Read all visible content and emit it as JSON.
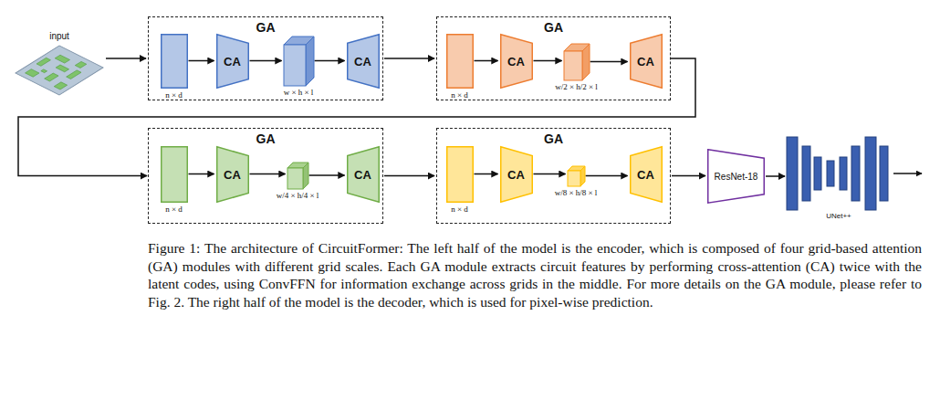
{
  "diagram": {
    "caption": "Figure 1: The architecture of CircuitFormer: The left half of the model is the encoder, which is composed of four grid-based attention (GA) modules with different grid scales. Each GA module extracts circuit features by performing cross-attention (CA) twice with the latent codes, using ConvFFN for information exchange across grids in the middle. For more details on the GA module, please refer to Fig. 2. The right half of the model is the decoder, which is used for pixel-wise prediction.",
    "nodes": [
      {
        "text": [
          "input"
        ]
      },
      {
        "text": [
          "GA"
        ]
      },
      {
        "text": [
          "n × d"
        ],
        "in": 1
      },
      {
        "text": [
          "CA"
        ],
        "in": 1
      },
      {
        "text": [
          "w × h × l"
        ],
        "in": 1
      },
      {
        "text": [
          "CA"
        ],
        "in": 1
      },
      {
        "text": [
          "GA"
        ]
      },
      {
        "text": [
          "n × d"
        ],
        "in": 6
      },
      {
        "text": [
          "CA"
        ],
        "in": 6
      },
      {
        "text": [
          "w/2 × h/2 × l"
        ],
        "in": 6
      },
      {
        "text": [
          "CA"
        ],
        "in": 6
      },
      {
        "text": [
          "GA"
        ]
      },
      {
        "text": [
          "n × d"
        ],
        "in": 11
      },
      {
        "text": [
          "CA"
        ],
        "in": 11
      },
      {
        "text": [
          "w/4 × h/4 × l"
        ],
        "in": 11
      },
      {
        "text": [
          "CA"
        ],
        "in": 11
      },
      {
        "text": [
          "GA"
        ]
      },
      {
        "text": [
          "n × d"
        ],
        "in": 16
      },
      {
        "text": [
          "CA"
        ],
        "in": 16
      },
      {
        "text": [
          "w/8 × h/8 × l"
        ],
        "in": 16
      },
      {
        "text": [
          "CA"
        ],
        "in": 16
      },
      {
        "text": [
          "ResNet-18"
        ]
      },
      {
        "text": [
          "UNet++"
        ]
      }
    ],
    "edges": [
      {
        "from": 0,
        "to": 1,
        "arrow": "to"
      },
      {
        "from": 2,
        "to": 3,
        "arrow": "to"
      },
      {
        "from": 3,
        "to": 4,
        "arrow": "to"
      },
      {
        "from": 4,
        "to": 5,
        "arrow": "to"
      },
      {
        "from": 1,
        "to": 6,
        "arrow": "to"
      },
      {
        "from": 7,
        "to": 8,
        "arrow": "to"
      },
      {
        "from": 8,
        "to": 9,
        "arrow": "to"
      },
      {
        "from": 9,
        "to": 10,
        "arrow": "to"
      },
      {
        "from": 6,
        "to": 11,
        "arrow": "to"
      },
      {
        "from": 12,
        "to": 13,
        "arrow": "to"
      },
      {
        "from": 13,
        "to": 14,
        "arrow": "to"
      },
      {
        "from": 14,
        "to": 15,
        "arrow": "to"
      },
      {
        "from": 11,
        "to": 16,
        "arrow": "to"
      },
      {
        "from": 17,
        "to": 18,
        "arrow": "to"
      },
      {
        "from": 18,
        "to": 19,
        "arrow": "to"
      },
      {
        "from": 19,
        "to": 20,
        "arrow": "to"
      },
      {
        "from": 16,
        "to": 21,
        "arrow": "to"
      },
      {
        "from": 21,
        "to": 22,
        "arrow": "to"
      }
    ]
  }
}
